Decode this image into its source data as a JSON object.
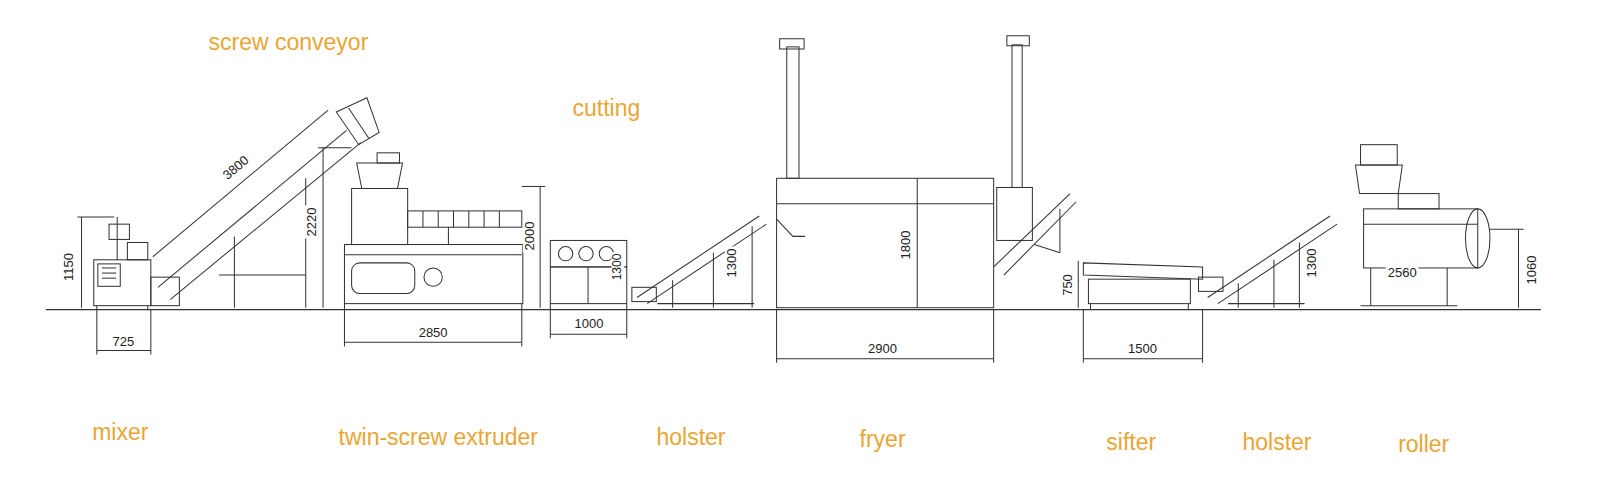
{
  "diagram": {
    "labels": [
      "screw conveyor",
      "cutting",
      "3800",
      "1150",
      "2220",
      "2000",
      "1300",
      "1300",
      "1800",
      "750",
      "2560",
      "1300",
      "1060",
      "725",
      "2850",
      "1000",
      "2900",
      "1500",
      "mixer",
      "twin-screw extruder",
      "holster",
      "fryer",
      "sifter",
      "holster",
      "roller"
    ]
  }
}
